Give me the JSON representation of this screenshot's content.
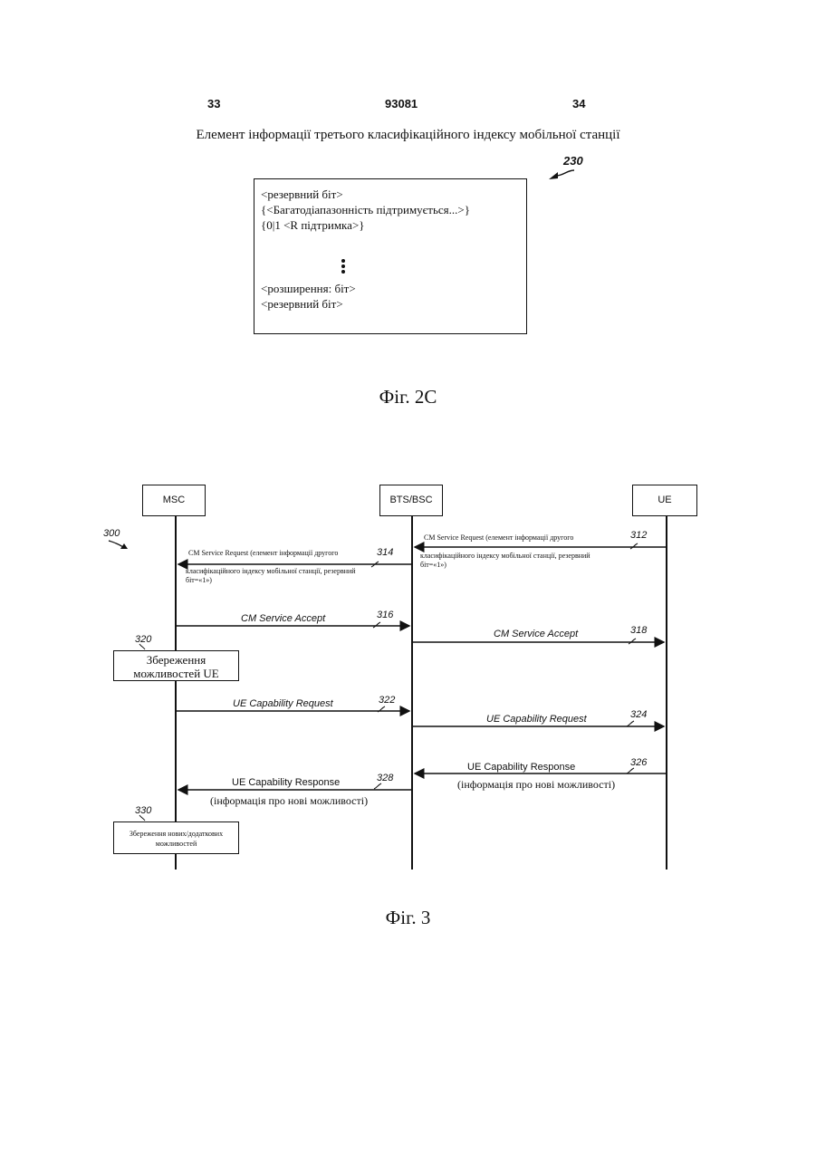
{
  "header": {
    "page_left": "33",
    "patent_number": "93081",
    "page_right": "34"
  },
  "fig2c": {
    "title": "Елемент інформації третього класифікаційного індексу мобільної станції",
    "ref": "230",
    "lines": [
      "<резервний біт>",
      "{<Багатодіапазонність підтримується...>}",
      "{0|1 <R підтримка>}",
      "<розширення: біт>",
      "<резервний біт>"
    ],
    "caption": "Фіг. 2С"
  },
  "fig3": {
    "ref": "300",
    "entities": {
      "msc": "MSC",
      "bts": "BTS/BSC",
      "ue": "UE"
    },
    "messages": {
      "m312": {
        "ref": "312",
        "line1": "CM Service Request (елемент інформації другого",
        "line2": "класифікаційного індексу мобільної станції, резервний",
        "line3": "біт=«1»)"
      },
      "m314": {
        "ref": "314",
        "line1": "CM Service Request (елемент інформації другого",
        "line2": "класифікаційного індексу мобільної станції, резервний",
        "line3": "біт=«1»)"
      },
      "m316": {
        "ref": "316",
        "label": "CM Service Accept"
      },
      "m318": {
        "ref": "318",
        "label": "CM Service Accept"
      },
      "m322": {
        "ref": "322",
        "label": "UE Capability Request"
      },
      "m324": {
        "ref": "324",
        "label": "UE Capability Request"
      },
      "m326": {
        "ref": "326",
        "label": "UE Capability Response",
        "sub": "(інформація про нові можливості)"
      },
      "m328": {
        "ref": "328",
        "label": "UE Capability Response",
        "sub": "(інформація про нові можливості)"
      }
    },
    "store320": {
      "ref": "320",
      "line1": "Збереження",
      "line2": "можливостей UE"
    },
    "store330": {
      "ref": "330",
      "line1": "Збереження нових/додаткових",
      "line2": "можливостей"
    },
    "caption": "Фіг. 3"
  }
}
